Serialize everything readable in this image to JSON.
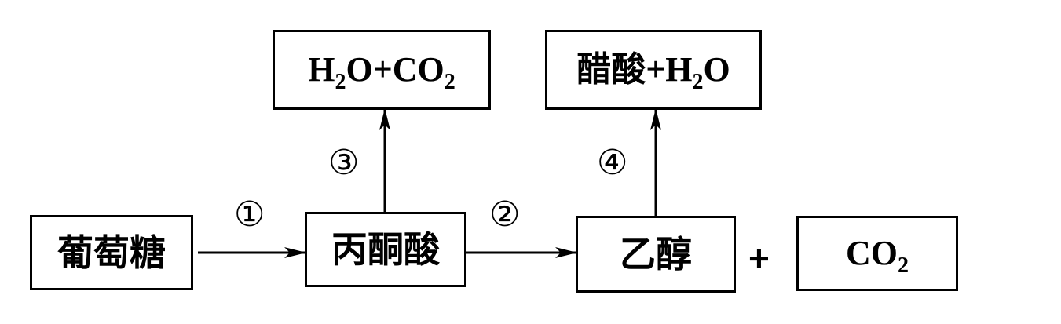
{
  "nodes": {
    "glucose": "葡萄糖",
    "pyruvate": "丙酮酸",
    "ethanol": "乙醇",
    "co2_side": {
      "pre": "CO",
      "sub": "2",
      "post": ""
    },
    "h2o_co2": {
      "a": "H",
      "a_sub": "2",
      "b": "O+CO",
      "b_sub": "2"
    },
    "acetic_h2o": {
      "a": "醋酸+H",
      "a_sub": "2",
      "b": "O"
    }
  },
  "steps": {
    "step1": "①",
    "step2": "②",
    "step3": "③",
    "step4": "④"
  },
  "plus_sign": "+"
}
